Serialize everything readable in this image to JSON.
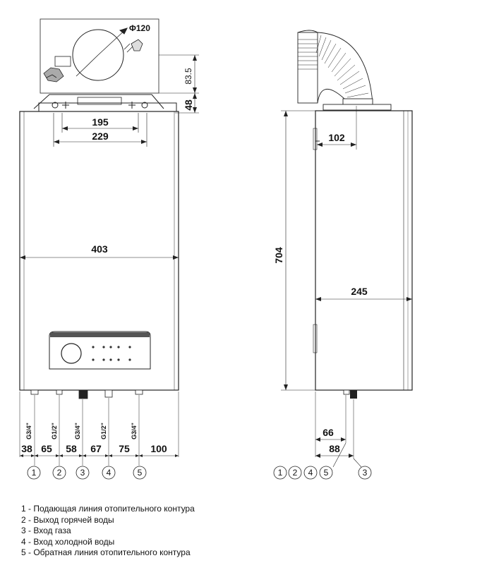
{
  "front": {
    "flue_diameter": "Φ120",
    "flue_axis_height": "83.5",
    "bracket_height": "48",
    "bracket_hole_spacing": "195",
    "bracket_width": "229",
    "width": "403",
    "pipe_sizes": [
      "G3/4\"",
      "G1/2\"",
      "G3/4\"",
      "G1/2\"",
      "G3/4\""
    ],
    "bottom_dims": [
      "38",
      "65",
      "58",
      "67",
      "75",
      "100"
    ],
    "connection_numbers": [
      "1",
      "2",
      "3",
      "4",
      "5"
    ]
  },
  "side": {
    "height": "704",
    "flue_offset": "102",
    "depth": "245",
    "pipe_offset_a": "66",
    "pipe_offset_b": "88",
    "connection_numbers": [
      "1",
      "2",
      "4",
      "5",
      "3"
    ]
  },
  "legend": [
    "1 - Подающая линия отопительного контура",
    "2 - Выход горячей воды",
    "3 - Вход газа",
    "4 - Вход холодной воды",
    "5 - Обратная линия отопительного контура"
  ]
}
